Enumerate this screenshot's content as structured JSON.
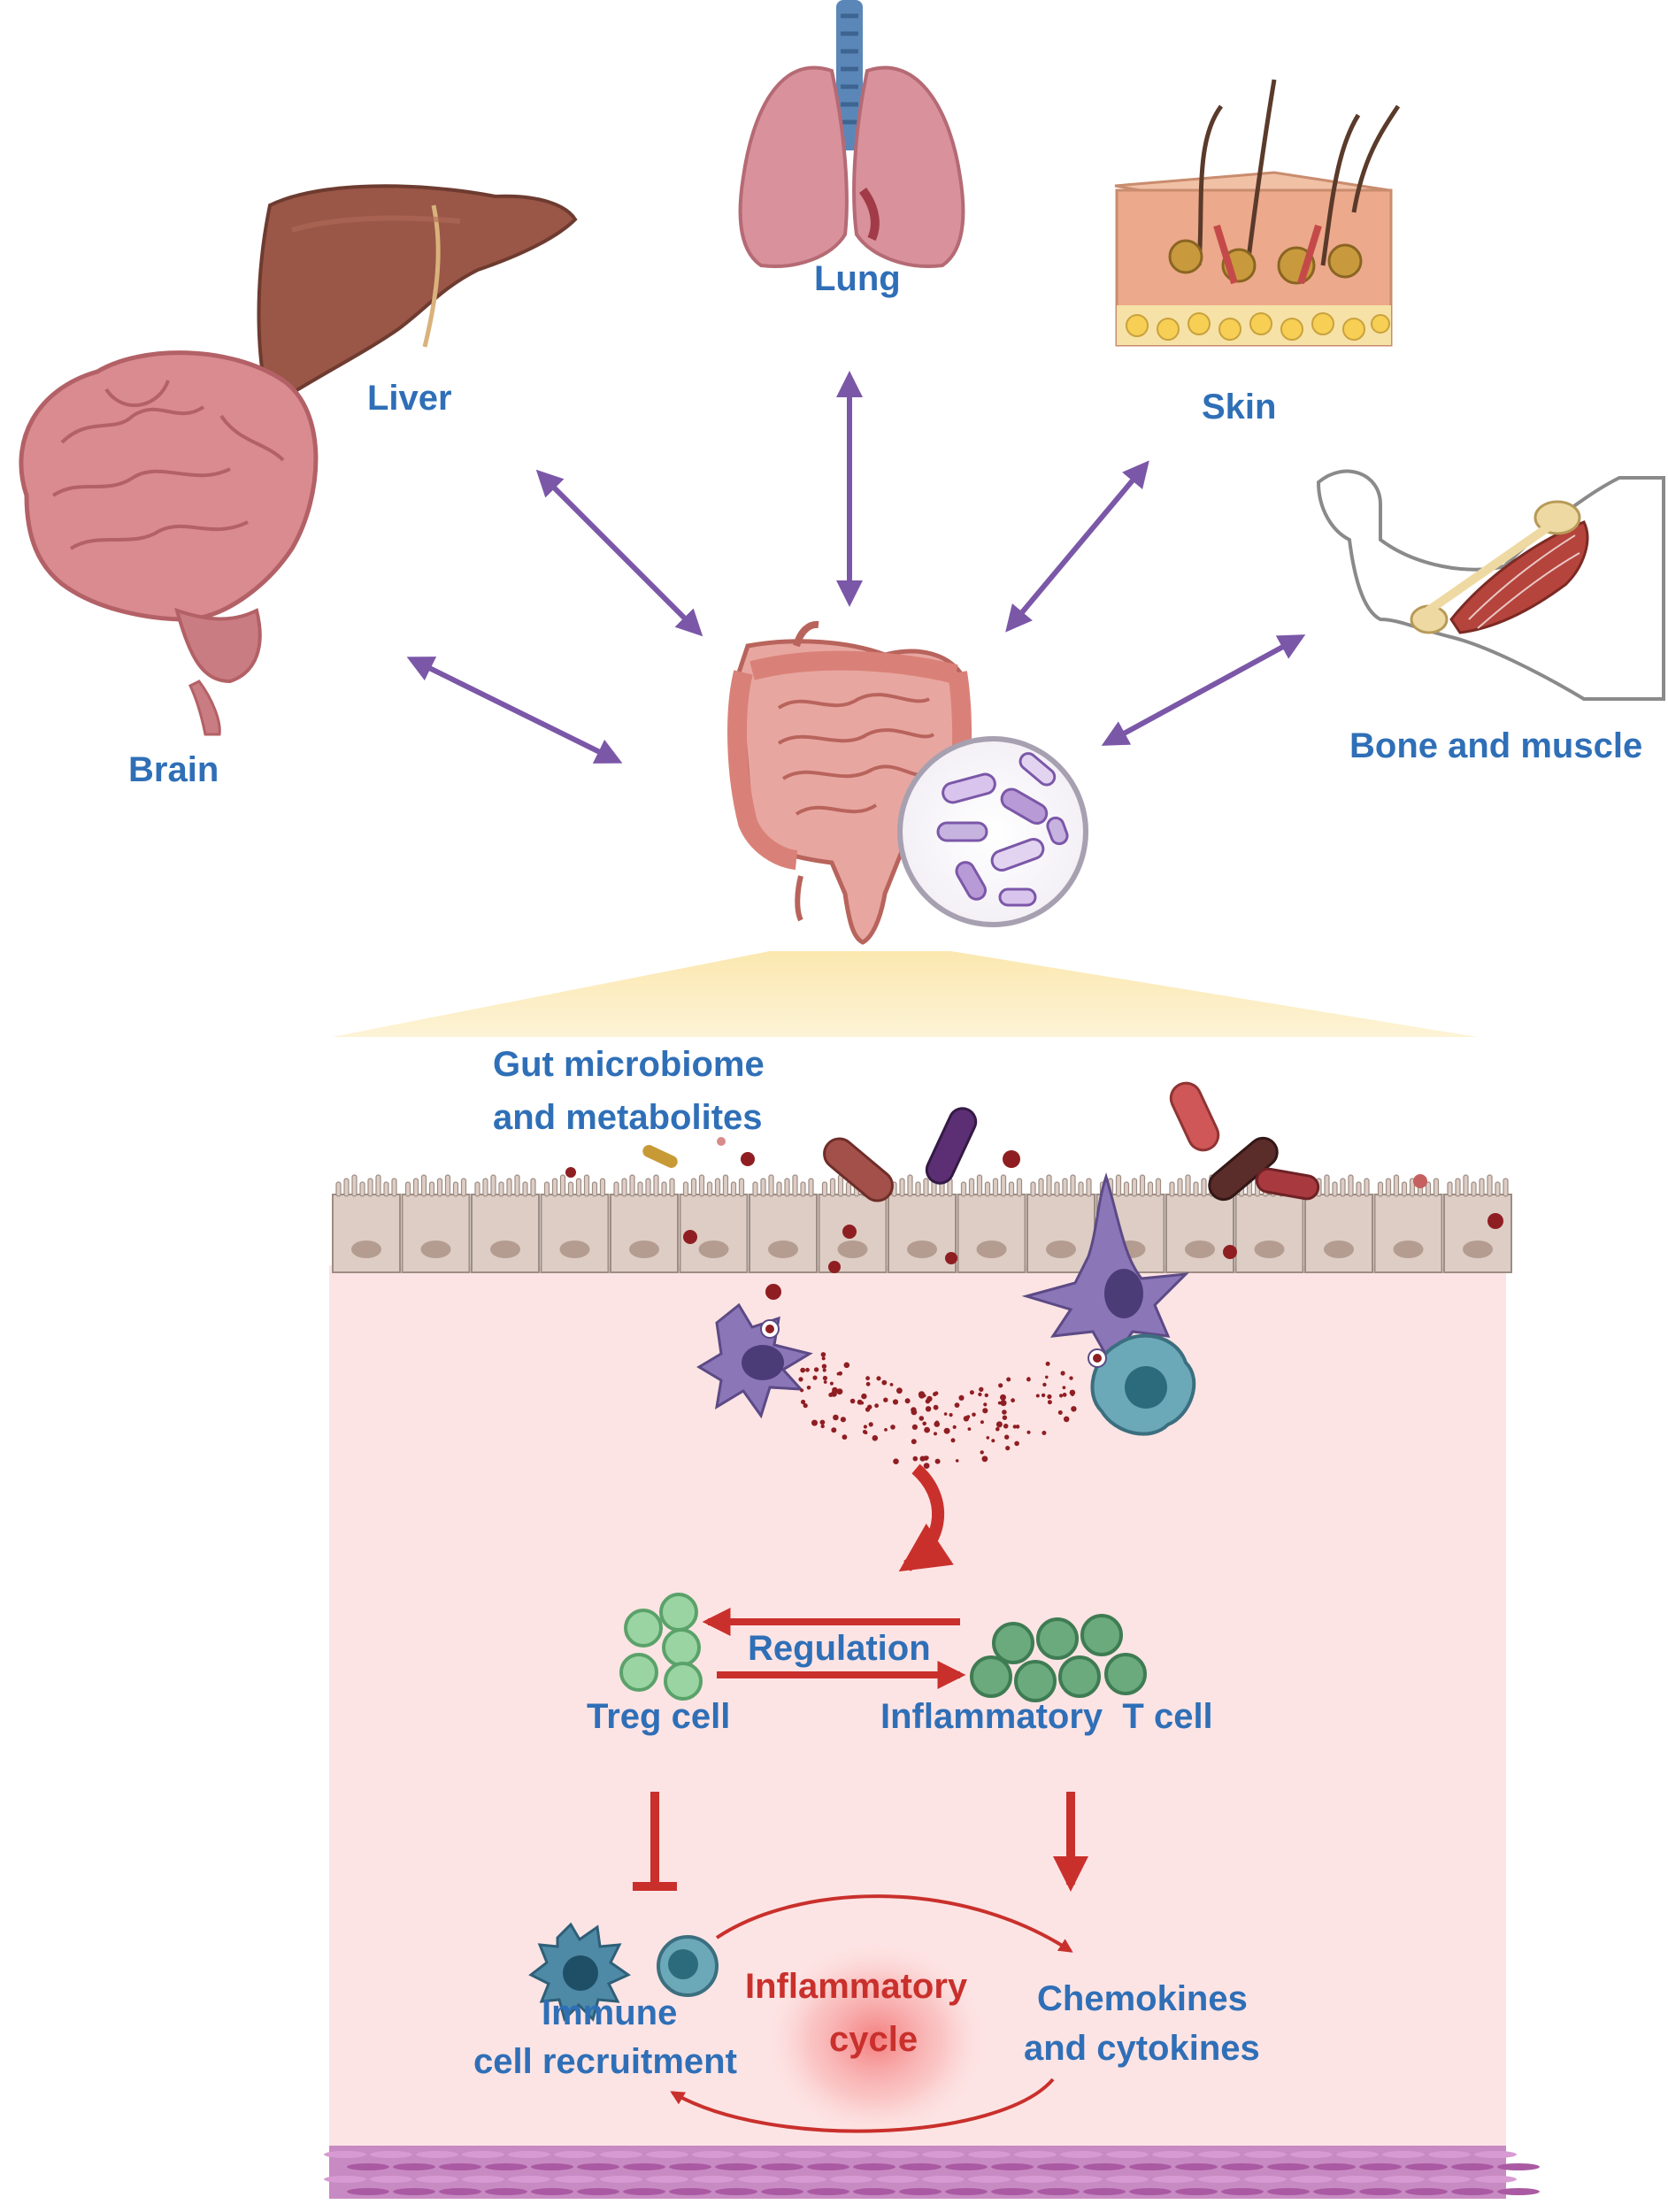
{
  "organs": {
    "liver": "Liver",
    "lung": "Lung",
    "skin": "Skin",
    "brain": "Brain",
    "bone_muscle": "Bone and muscle"
  },
  "gut_panel": {
    "microbiome_line1": "Gut microbiome",
    "microbiome_line2": "and metabolites",
    "regulation": "Regulation",
    "treg": "Treg cell",
    "inflammatory_t": "Inflammatory  T cell",
    "immune_line1": "Immune",
    "immune_line2": "cell recruitment",
    "cycle_line1": "Inflammatory",
    "cycle_line2": "cycle",
    "chemokines_line1": "Chemokines",
    "chemokines_line2": "and cytokines"
  },
  "colors": {
    "label_blue": "#2f6fb7",
    "label_red": "#c9302c",
    "arrow_purple": "#7b57a8",
    "arrow_red": "#c9302c",
    "tissue_pink": "#fde4e4"
  },
  "icons": [
    "liver-icon",
    "lung-icon",
    "skin-icon",
    "brain-icon",
    "arm-muscle-icon",
    "intestine-icon",
    "microbe-magnifier-icon",
    "epithelium-icon",
    "dendritic-cell-icon",
    "macrophage-icon",
    "treg-cluster-icon",
    "t-cell-cluster-icon",
    "immune-cell-icon",
    "muscle-layer-icon"
  ]
}
